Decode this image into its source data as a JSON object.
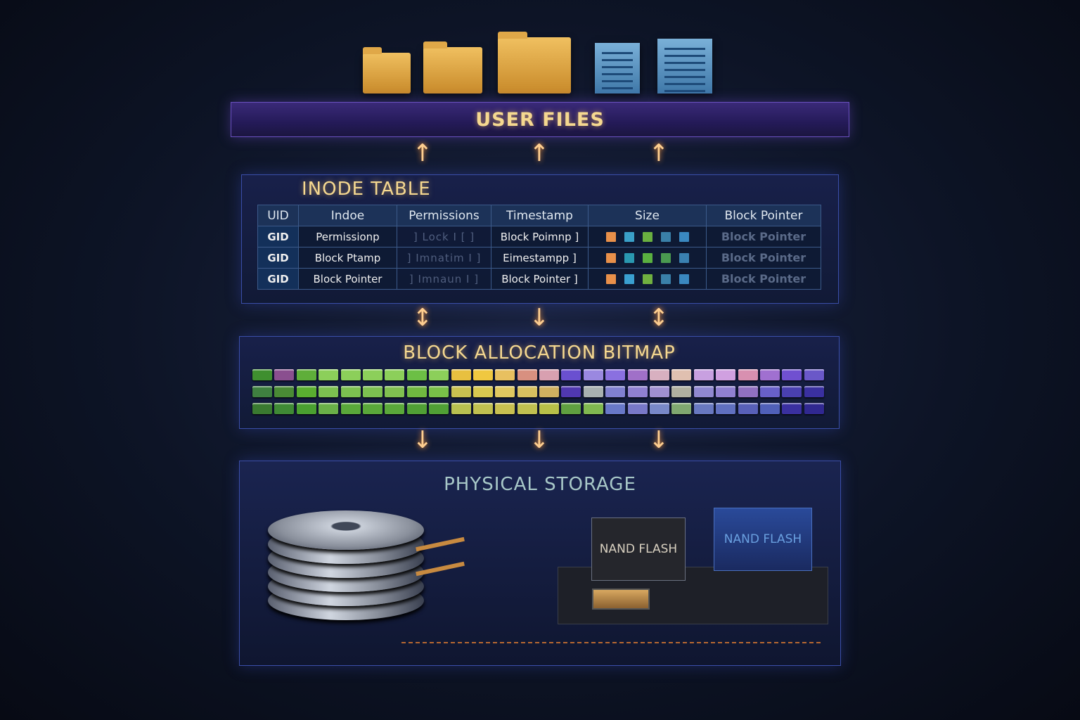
{
  "user_files": {
    "title": "USER FILES",
    "icons": [
      "folder-icon",
      "folder-icon",
      "open-folder-icon",
      "document-icon",
      "document-icon"
    ]
  },
  "inode_table": {
    "title": "INODE TABLE",
    "headers": [
      "UID",
      "Indoe",
      "Permissions",
      "Timestamp",
      "Size",
      "Block Pointer"
    ],
    "rows": [
      {
        "id": "GID",
        "col2": "Permissionp",
        "perm": "] Lock I [ ]",
        "time": "Block Poimnp ]",
        "size_colors": [
          "#e8904a",
          "#3aa0c8",
          "#6ab040",
          "#3a80a8",
          "#3a88c0"
        ],
        "bp": "Block Pointer"
      },
      {
        "id": "GID",
        "col2": "Block Ptamp",
        "perm": "] Imnatim I ]",
        "time": "Eimestampp ]",
        "size_colors": [
          "#e8904a",
          "#2a98b0",
          "#5ab040",
          "#4a9a50",
          "#3a80b0"
        ],
        "bp": "Block Pointer"
      },
      {
        "id": "GID",
        "col2": "Block Pointer",
        "perm": "] Imnaun I ]",
        "time": "Block Pointer ]",
        "size_colors": [
          "#e8904a",
          "#3aa0d0",
          "#70b040",
          "#3a80a8",
          "#3a88c0"
        ],
        "bp": "Block Pointer"
      }
    ]
  },
  "bitmap": {
    "title": "BLOCK ALLOCATION BITMAP",
    "rows": [
      [
        "#3f8f2f",
        "#8a4f8f",
        "#5fae3a",
        "#8ccf5a",
        "#8ccf5a",
        "#8ccf5a",
        "#8ccf5a",
        "#6cbf45",
        "#8ccf5a",
        "#e8c040",
        "#f0c840",
        "#e8c060",
        "#d89080",
        "#d8a0b0",
        "#6a50d0",
        "#9a88e0",
        "#8a70e0",
        "#a070c8",
        "#d8b0c0",
        "#e0c0b0",
        "#c8a0e0",
        "#d0a0e0",
        "#d890b0",
        "#a070d0",
        "#7050d0",
        "#6a58c8"
      ],
      [
        "#3f8040",
        "#4a8a35",
        "#5aae30",
        "#7cc050",
        "#7cc050",
        "#7cc050",
        "#80c050",
        "#70b840",
        "#78c048",
        "#c8c050",
        "#d8c850",
        "#e0c860",
        "#d8c060",
        "#d0b060",
        "#5038b0",
        "#a8b0b0",
        "#8080d0",
        "#9080d0",
        "#a090d0",
        "#b0b0a0",
        "#9088d0",
        "#9080d0",
        "#9070c0",
        "#6860c8",
        "#4a40b0",
        "#3a30a0"
      ],
      [
        "#3a7a30",
        "#3f8a35",
        "#4aa030",
        "#6ab048",
        "#5aa83a",
        "#5aa83a",
        "#5aa83a",
        "#50a035",
        "#50a035",
        "#b8c050",
        "#c0c050",
        "#c8c050",
        "#c0c050",
        "#b8c048",
        "#60a040",
        "#80b850",
        "#6878c8",
        "#7878c8",
        "#7888c8",
        "#80a870",
        "#6878c0",
        "#6070c0",
        "#5860b8",
        "#5060b8",
        "#3a30a0",
        "#302890"
      ]
    ]
  },
  "physical": {
    "title": "PHYSICAL STORAGE",
    "chip1": "NAND FLASH",
    "chip2": "NAND FLASH"
  },
  "arrows": {
    "up": "↑",
    "both": "↕",
    "down": "↓"
  }
}
